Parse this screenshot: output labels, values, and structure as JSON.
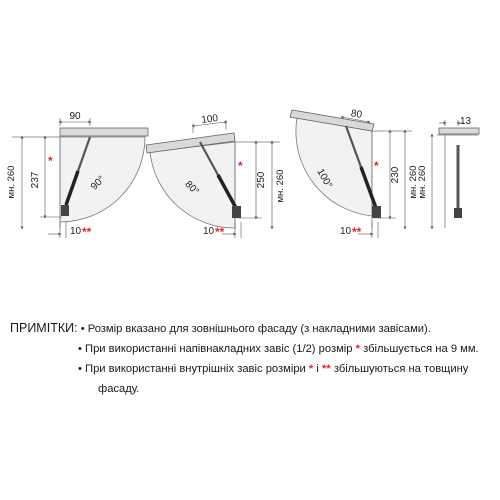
{
  "colors": {
    "line": "#555555",
    "door": "#d9d9d9",
    "cabinet": "#aaaaaa",
    "arc_fill": "#f2f2f2",
    "accent": "#e0282a"
  },
  "mounts": [
    {
      "top_dim": "90",
      "height_label": "мн. 260",
      "strut_dim": "237",
      "strut_mark": "*",
      "angle": "90°",
      "bottom_dim": "10",
      "bottom_mark": "**"
    },
    {
      "top_dim": "100",
      "height_label": "мн. 260",
      "strut_dim": "250",
      "strut_mark": "*",
      "angle": "80°",
      "bottom_dim": "10",
      "bottom_mark": "**"
    },
    {
      "top_dim": "80",
      "height_label": "мн. 260",
      "strut_dim": "230",
      "strut_mark": "*",
      "angle": "100°",
      "bottom_dim": "10",
      "bottom_mark": "**"
    }
  ],
  "side_view": {
    "depth_dim": "13",
    "height_label": "мн. 260"
  },
  "notes": {
    "title": "ПРИМІТКИ:",
    "bullet": "•",
    "line1": "Розмір вказано для зовнішнього фасаду (з накладними завісами).",
    "line2_a": "При використанні напівнакладних завіс (1/2)  розмір",
    "line2_mark": "*",
    "line2_b": "збільшується на 9 мм.",
    "line3_a": "При використанні внутрішніх завіс розміри",
    "line3_mark1": "*",
    "line3_and": "і",
    "line3_mark2": "**",
    "line3_b": "збільшуються на товщину",
    "line4": "фасаду."
  }
}
